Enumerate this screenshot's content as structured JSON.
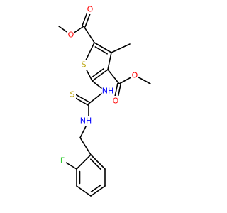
{
  "molecule": {
    "colors": {
      "bond": "#000000",
      "O": "#ff0000",
      "S": "#b8a000",
      "N": "#0000ff",
      "F": "#33cc33"
    },
    "atoms": {
      "O1": "O",
      "O2": "O",
      "O3": "O",
      "O4": "O",
      "S_ring": "S",
      "N1": "NH",
      "S_thio": "S",
      "N2": "NH",
      "F": "F"
    }
  }
}
